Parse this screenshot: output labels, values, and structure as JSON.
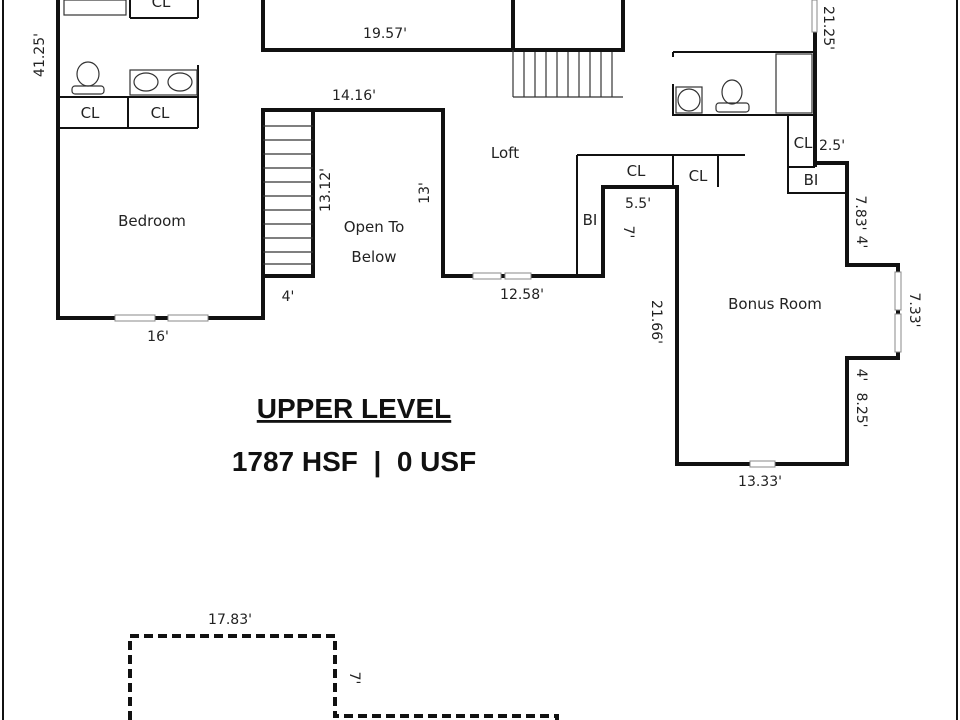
{
  "plan": {
    "title": "UPPER LEVEL",
    "area": "1787 HSF  |  0 USF",
    "rooms": {
      "bedroom": "Bedroom",
      "open_to_below_1": "Open To",
      "open_to_below_2": "Below",
      "loft": "Loft",
      "bonus_room": "Bonus Room",
      "cl": "CL",
      "bi": "BI"
    },
    "dimensions": {
      "d_19_57": "19.57'",
      "d_41_25": "41.25'",
      "d_14_16": "14.16'",
      "d_13_12": "13.12'",
      "d_13": "13'",
      "d_4a": "4'",
      "d_16": "16'",
      "d_12_58": "12.58'",
      "d_5_5": "5.5'",
      "d_7a": "7'",
      "d_21_66": "21.66'",
      "d_21_25": "21.25'",
      "d_2_5": "2.5'",
      "d_7_83": "7.83'",
      "d_4b": "4'",
      "d_7_33": "7.33'",
      "d_4c": "4'",
      "d_8_25": "8.25'",
      "d_13_33": "13.33'",
      "d_17_83": "17.83'",
      "d_7b": "7'"
    }
  }
}
